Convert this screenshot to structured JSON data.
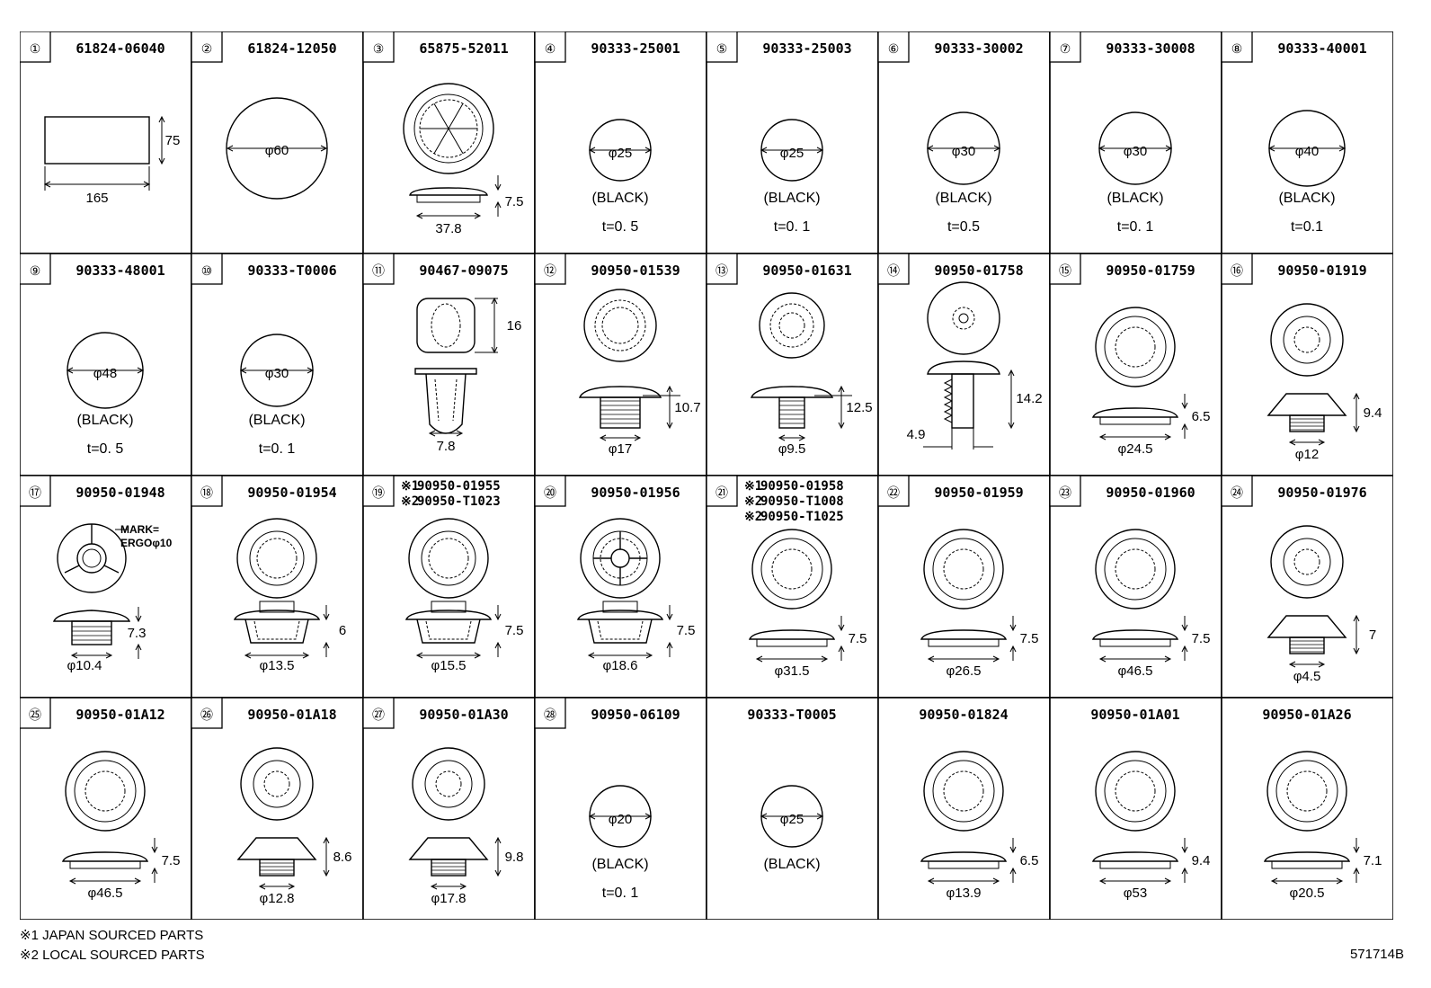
{
  "footnotes": [
    "※1 JAPAN SOURCED PARTS",
    "※2 LOCAL SOURCED PARTS"
  ],
  "drawing_id": "571714B",
  "cells": [
    {
      "no": "①",
      "part": "61824-06040",
      "shape": "rect",
      "dims": [
        "165",
        "75"
      ]
    },
    {
      "no": "②",
      "part": "61824-12050",
      "shape": "disc",
      "dims": [
        "φ60"
      ]
    },
    {
      "no": "③",
      "part": "65875-52011",
      "shape": "wheelclip",
      "dims": [
        "37.8",
        "7.5"
      ]
    },
    {
      "no": "④",
      "part": "90333-25001",
      "shape": "smalldisc",
      "dims": [
        "φ25"
      ],
      "color": "(BLACK)",
      "thick": "t=0. 5"
    },
    {
      "no": "⑤",
      "part": "90333-25003",
      "shape": "smalldisc",
      "dims": [
        "φ25"
      ],
      "color": "(BLACK)",
      "thick": "t=0. 1"
    },
    {
      "no": "⑥",
      "part": "90333-30002",
      "shape": "smalldisc",
      "dims": [
        "φ30"
      ],
      "color": "(BLACK)",
      "thick": "t=0.5"
    },
    {
      "no": "⑦",
      "part": "90333-30008",
      "shape": "smalldisc",
      "dims": [
        "φ30"
      ],
      "color": "(BLACK)",
      "thick": "t=0. 1"
    },
    {
      "no": "⑧",
      "part": "90333-40001",
      "shape": "smalldisc",
      "dims": [
        "φ40"
      ],
      "color": "(BLACK)",
      "thick": "t=0.1"
    },
    {
      "no": "⑨",
      "part": "90333-48001",
      "shape": "smalldisc",
      "dims": [
        "φ48"
      ],
      "color": "(BLACK)",
      "thick": "t=0. 5"
    },
    {
      "no": "⑩",
      "part": "90333-T0006",
      "shape": "smalldisc",
      "dims": [
        "φ30"
      ],
      "color": "(BLACK)",
      "thick": "t=0. 1"
    },
    {
      "no": "⑪",
      "part": "90467-09075",
      "shape": "sqclip",
      "dims": [
        "16",
        "7.8"
      ]
    },
    {
      "no": "⑫",
      "part": "90950-01539",
      "shape": "tallplug",
      "dims": [
        "10.7",
        "φ17"
      ]
    },
    {
      "no": "⑬",
      "part": "90950-01631",
      "shape": "tallplug2",
      "dims": [
        "12.5",
        "φ9.5"
      ]
    },
    {
      "no": "⑭",
      "part": "90950-01758",
      "shape": "pushpin",
      "dims": [
        "14.2",
        "4.9"
      ]
    },
    {
      "no": "⑮",
      "part": "90950-01759",
      "shape": "flatplug",
      "dims": [
        "6.5",
        "φ24.5"
      ]
    },
    {
      "no": "⑯",
      "part": "90950-01919",
      "shape": "hatplug",
      "dims": [
        "9.4",
        "φ12"
      ]
    },
    {
      "no": "⑰",
      "part": "90950-01948",
      "shape": "markplug",
      "dims": [
        "7.3",
        "φ10.4"
      ],
      "mark": [
        "MARK=",
        "ERGOφ10"
      ]
    },
    {
      "no": "⑱",
      "part": "90950-01954",
      "shape": "capplug",
      "dims": [
        "6",
        "φ13.5"
      ]
    },
    {
      "no": "⑲",
      "part": "90950-01955",
      "part2": "90950-T1023",
      "pre1": "※1",
      "pre2": "※2",
      "shape": "capplug",
      "dims": [
        "7.5",
        "φ15.5"
      ]
    },
    {
      "no": "⑳",
      "part": "90950-01956",
      "shape": "crossplug",
      "dims": [
        "7.5",
        "φ18.6"
      ]
    },
    {
      "no": "㉑",
      "part": "90950-01958",
      "part2": "90950-T1008",
      "part3": "90950-T1025",
      "pre1": "※1",
      "pre2": "※2",
      "pre3": "※2",
      "shape": "flatplug",
      "dims": [
        "7.5",
        "φ31.5"
      ]
    },
    {
      "no": "㉒",
      "part": "90950-01959",
      "shape": "flatplug",
      "dims": [
        "7.5",
        "φ26.5"
      ]
    },
    {
      "no": "㉓",
      "part": "90950-01960",
      "shape": "flatplug",
      "dims": [
        "7.5",
        "φ46.5"
      ]
    },
    {
      "no": "㉔",
      "part": "90950-01976",
      "shape": "hatplug",
      "dims": [
        "7",
        "φ4.5"
      ]
    },
    {
      "no": "㉕",
      "part": "90950-01A12",
      "shape": "flatplug",
      "dims": [
        "7.5",
        "φ46.5"
      ]
    },
    {
      "no": "㉖",
      "part": "90950-01A18",
      "shape": "hatplug",
      "dims": [
        "8.6",
        "φ12.8"
      ]
    },
    {
      "no": "㉗",
      "part": "90950-01A30",
      "shape": "hatplug",
      "dims": [
        "9.8",
        "φ17.8"
      ]
    },
    {
      "no": "㉘",
      "part": "90950-06109",
      "shape": "smalldisc",
      "dims": [
        "φ20"
      ],
      "color": "(BLACK)",
      "thick": "t=0. 1"
    },
    {
      "no": "",
      "part": "90333-T0005",
      "shape": "smalldisc",
      "dims": [
        "φ25"
      ],
      "color": "(BLACK)"
    },
    {
      "no": "",
      "part": "90950-01824",
      "shape": "flatplug",
      "dims": [
        "6.5",
        "φ13.9"
      ]
    },
    {
      "no": "",
      "part": "90950-01A01",
      "shape": "flatplug",
      "dims": [
        "9.4",
        "φ53"
      ]
    },
    {
      "no": "",
      "part": "90950-01A26",
      "shape": "flatplug",
      "dims": [
        "7.1",
        "φ20.5"
      ]
    }
  ]
}
